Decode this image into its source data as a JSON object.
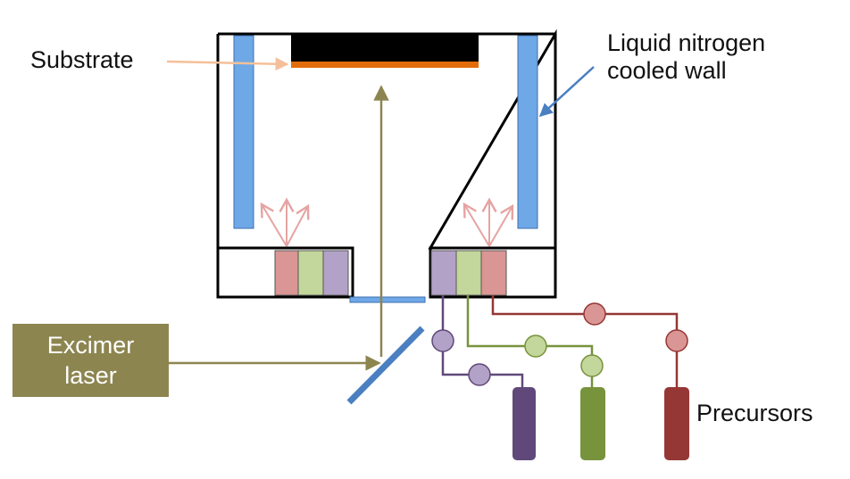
{
  "labels": {
    "substrate": "Substrate",
    "liquid_nitrogen_line1": "Liquid nitrogen",
    "liquid_nitrogen_line2": "cooled wall",
    "excimer_line1": "Excimer",
    "excimer_line2": "laser",
    "precursors": "Precursors"
  },
  "colors": {
    "chamber_outline": "#000000",
    "substrate_holder": "#000000",
    "substrate": "#e36c0a",
    "cooled_wall": "#6fa8e6",
    "laser_beam": "#8d8550",
    "mirror": "#4a7fc1",
    "window": "#6fa8e6",
    "cell_red": "#d99694",
    "cell_green": "#c3d69b",
    "cell_purple": "#b3a2c7",
    "line_purple": "#60497a",
    "line_green": "#77933c",
    "line_red": "#953735",
    "plume_arrow": "#e6a3a3",
    "substrate_arrow": "#f4c09a",
    "ln2_arrow": "#4a7fc1"
  }
}
